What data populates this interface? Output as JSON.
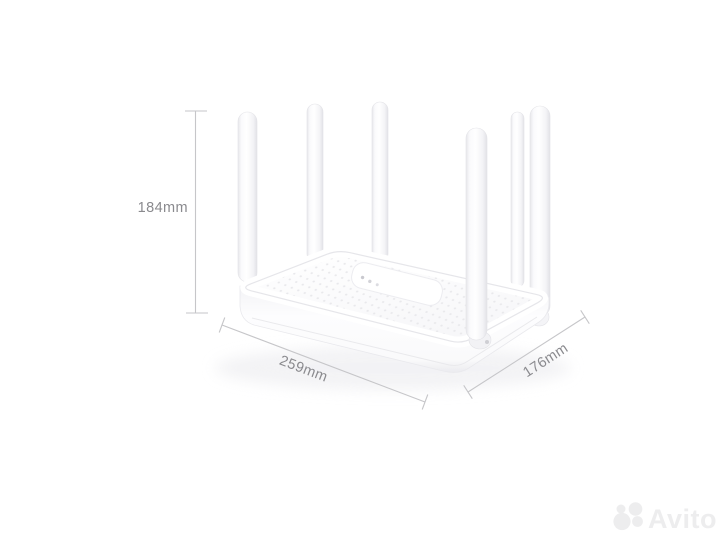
{
  "scene": {
    "type": "product-dimension-photo",
    "subject": "white wireless router with six external antennas",
    "background_color": "#ffffff"
  },
  "dimensions": {
    "height_label": "184mm",
    "width_label": "259mm",
    "depth_label": "176mm"
  },
  "annotation_style": {
    "line_color": "#c6c6c9",
    "text_color": "#8a8a8e"
  },
  "router": {
    "body_color": "#fdfdfe",
    "edge_color": "#e6e6ea",
    "dot_color": "#e9e9ec",
    "antenna_count": "6"
  },
  "watermark": {
    "text": "Avito",
    "color": "#ededee"
  }
}
